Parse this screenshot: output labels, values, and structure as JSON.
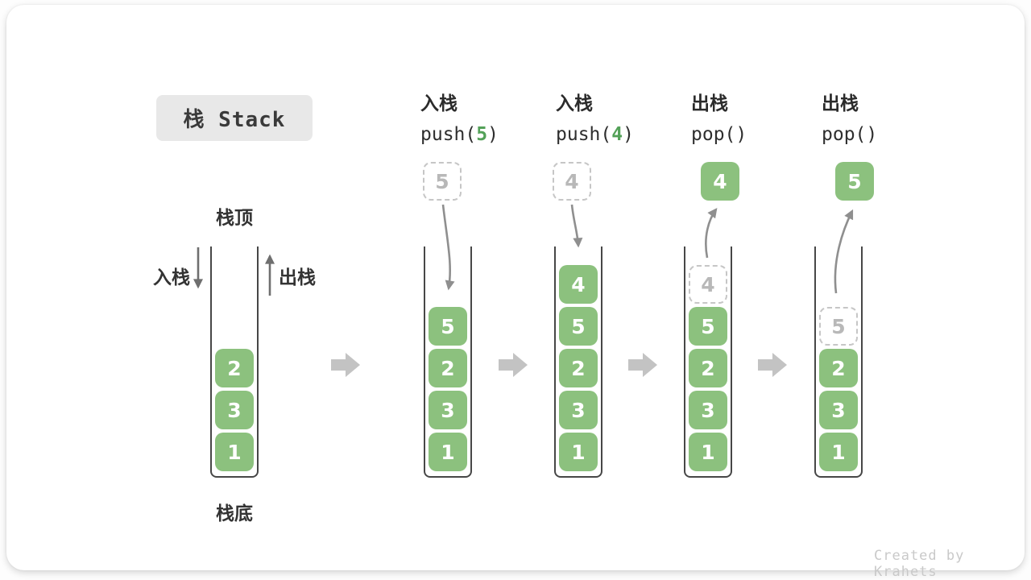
{
  "title": {
    "text": "栈 Stack"
  },
  "labels": {
    "stack_top": "栈顶",
    "stack_bottom": "栈底",
    "push_side": "入栈",
    "pop_side": "出栈"
  },
  "operations": [
    {
      "label": "入栈",
      "code_pre": "push(",
      "code_arg": "5",
      "code_post": ")"
    },
    {
      "label": "入栈",
      "code_pre": "push(",
      "code_arg": "4",
      "code_post": ")"
    },
    {
      "label": "出栈",
      "code_pre": "pop(",
      "code_arg": "",
      "code_post": ")"
    },
    {
      "label": "出栈",
      "code_pre": "pop(",
      "code_arg": "",
      "code_post": ")"
    }
  ],
  "floating": [
    {
      "value": "5",
      "style": "dashed"
    },
    {
      "value": "4",
      "style": "dashed"
    },
    {
      "value": "4",
      "style": "solid"
    },
    {
      "value": "5",
      "style": "solid"
    }
  ],
  "stacks": [
    {
      "cells": [
        {
          "value": "2",
          "style": "solid"
        },
        {
          "value": "3",
          "style": "solid"
        },
        {
          "value": "1",
          "style": "solid"
        }
      ]
    },
    {
      "cells": [
        {
          "value": "5",
          "style": "solid"
        },
        {
          "value": "2",
          "style": "solid"
        },
        {
          "value": "3",
          "style": "solid"
        },
        {
          "value": "1",
          "style": "solid"
        }
      ]
    },
    {
      "cells": [
        {
          "value": "4",
          "style": "solid"
        },
        {
          "value": "5",
          "style": "solid"
        },
        {
          "value": "2",
          "style": "solid"
        },
        {
          "value": "3",
          "style": "solid"
        },
        {
          "value": "1",
          "style": "solid"
        }
      ]
    },
    {
      "cells": [
        {
          "value": "4",
          "style": "dashed"
        },
        {
          "value": "5",
          "style": "solid"
        },
        {
          "value": "2",
          "style": "solid"
        },
        {
          "value": "3",
          "style": "solid"
        },
        {
          "value": "1",
          "style": "solid"
        }
      ]
    },
    {
      "cells": [
        {
          "value": "5",
          "style": "dashed"
        },
        {
          "value": "2",
          "style": "solid"
        },
        {
          "value": "3",
          "style": "solid"
        },
        {
          "value": "1",
          "style": "solid"
        }
      ]
    }
  ],
  "colors": {
    "cell_green": "#8cc17e",
    "code_arg_green": "#53a158",
    "flow_arrow_gray": "#c3c3c3",
    "curve_arrow_gray": "#8f8f8f",
    "dashed_border": "#c6c6c6"
  },
  "watermark": "Created by Krahets"
}
